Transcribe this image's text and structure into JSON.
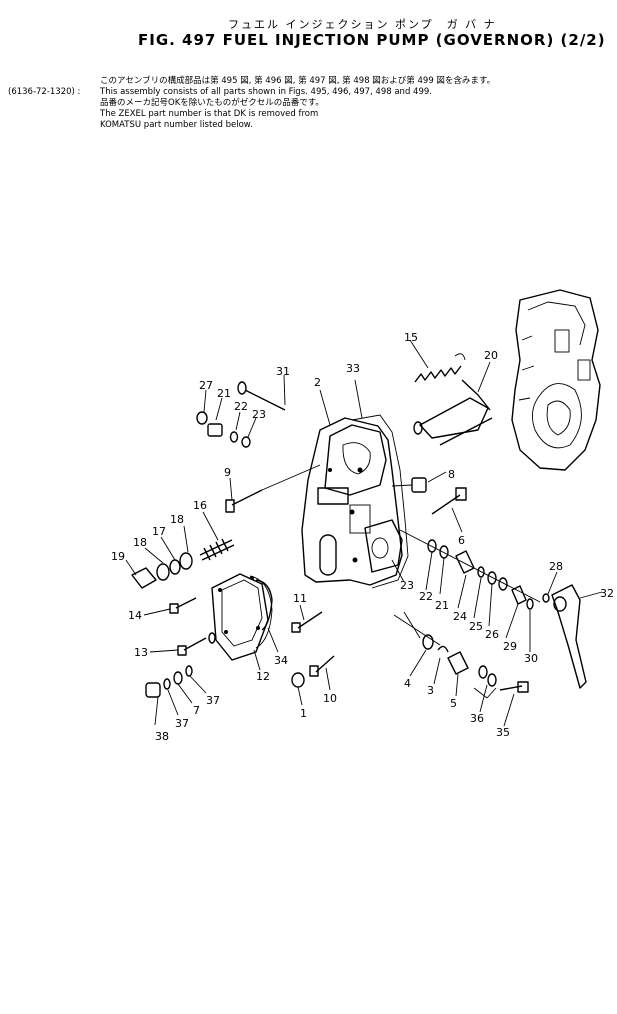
{
  "header": {
    "japanese_title": "フュエル インジェクション ポンプ　ガ バ ナ",
    "figure_title": "FIG. 497  FUEL  INJECTION  PUMP  (GOVERNOR)  (2/2)"
  },
  "notes": {
    "part_code": "(6136-72-1320) :",
    "line_jp_1": "このアセンブリの構成部品は第 495 図, 第 496 図, 第 497 図, 第 498 図および第 499 図を含みます。",
    "line_en_1": "This assembly consists of all parts shown in Figs. 495, 496, 497, 498 and 499.",
    "line_jp_2": "品番のメーカ記号OKを除いたものがゼクセルの品番です。",
    "line_en_2": "The ZEXEL part number is that DK is removed from",
    "line_en_3": "KOMATSU part number listed below."
  },
  "callouts": [
    "1",
    "2",
    "3",
    "4",
    "5",
    "6",
    "7",
    "8",
    "9",
    "10",
    "11",
    "12",
    "13",
    "14",
    "15",
    "16",
    "17",
    "18",
    "18",
    "19",
    "20",
    "21",
    "21",
    "22",
    "22",
    "23",
    "23",
    "24",
    "25",
    "26",
    "27",
    "28",
    "29",
    "30",
    "31",
    "32",
    "33",
    "34",
    "35",
    "36",
    "37",
    "37",
    "38"
  ]
}
